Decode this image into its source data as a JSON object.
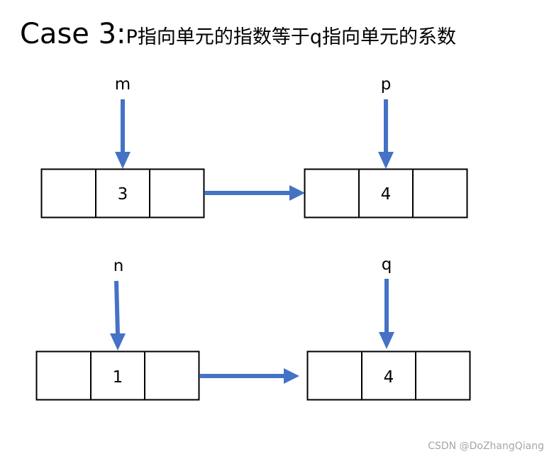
{
  "title": {
    "case_label": "Case 3:",
    "description": "P指向单元的指数等于q指向单元的系数"
  },
  "colors": {
    "arrow": "#4472C4",
    "box_border": "#000000",
    "watermark": "#a6a6a6"
  },
  "top_row": {
    "left_node": {
      "pointer_label": "m",
      "value": "3"
    },
    "right_node": {
      "pointer_label": "p",
      "value": "4"
    }
  },
  "bottom_row": {
    "left_node": {
      "pointer_label": "n",
      "value": "1"
    },
    "right_node": {
      "pointer_label": "q",
      "value": "4"
    }
  },
  "watermark": "CSDN @DoZhangQiang"
}
